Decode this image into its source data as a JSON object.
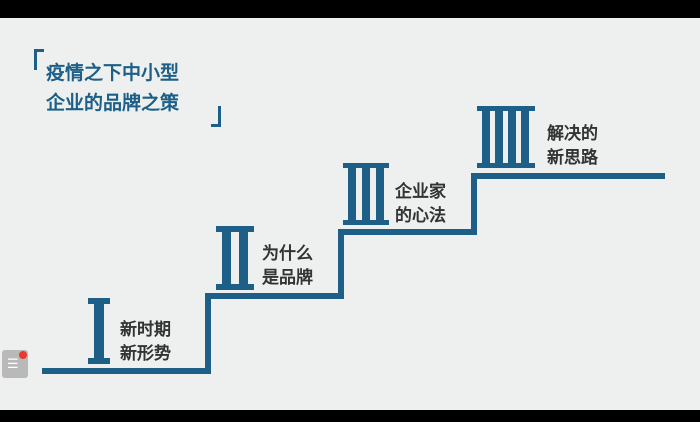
{
  "title": {
    "line1": "疫情之下中小型",
    "line2": "企业的品牌之策"
  },
  "steps": [
    {
      "numeral": "I",
      "label_line1": "新时期",
      "label_line2": "新形势"
    },
    {
      "numeral": "II",
      "label_line1": "为什么",
      "label_line2": "是品牌"
    },
    {
      "numeral": "III",
      "label_line1": "企业家",
      "label_line2": "的心法"
    },
    {
      "numeral": "IIII",
      "label_line1": "解决的",
      "label_line2": "新思路"
    }
  ],
  "colors": {
    "accent": "#1d5f86",
    "background": "#eef0ef",
    "text": "#333333",
    "notification": "#e63b2e"
  },
  "icons": {
    "widget": "menu-lines-icon"
  }
}
